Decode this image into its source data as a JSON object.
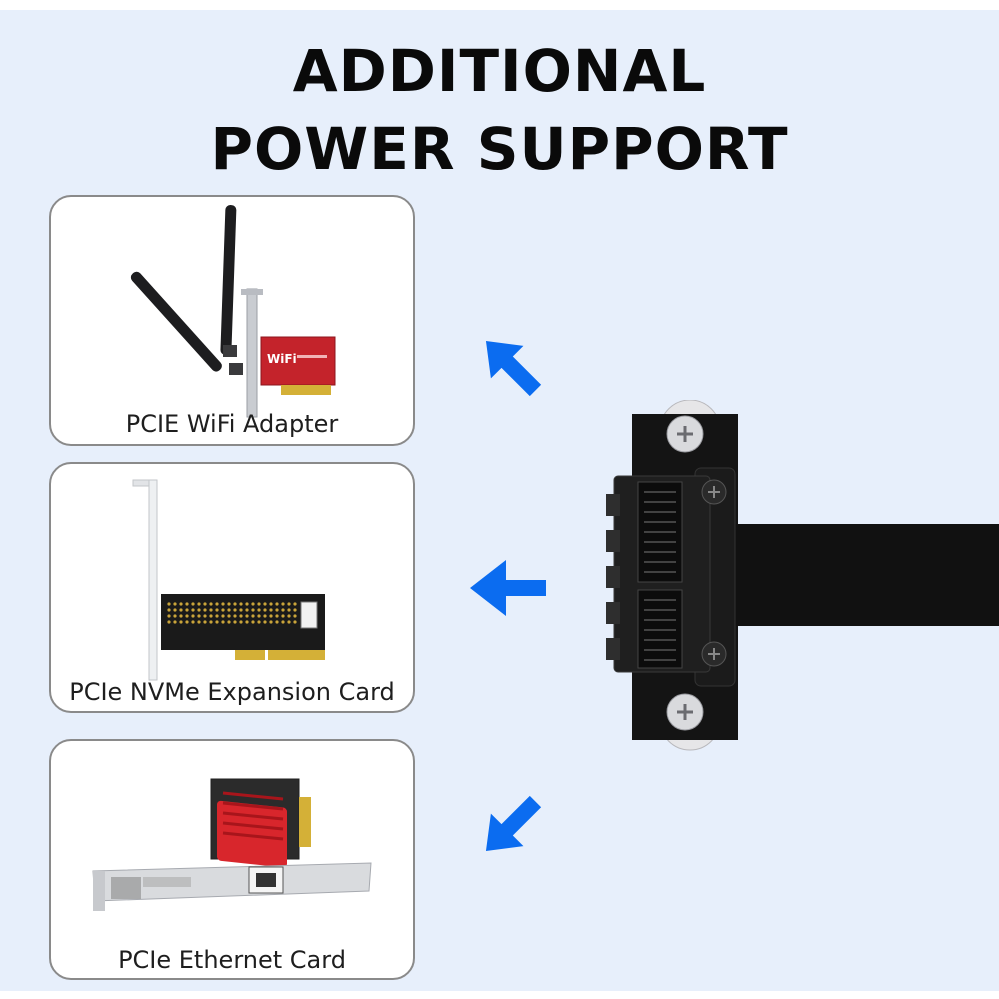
{
  "headline": {
    "line1": "ADDITIONAL",
    "line2": "POWER SUPPORT"
  },
  "cards": [
    {
      "label": "PCIE WiFi Adapter",
      "badge": "WiFi",
      "icon": "wifi-adapter-card"
    },
    {
      "label": "PCIe NVMe Expansion Card",
      "icon": "nvme-expansion-card"
    },
    {
      "label": "PCIe Ethernet Card",
      "icon": "ethernet-card"
    }
  ],
  "arrows": {
    "color": "#0b6cf0"
  },
  "colors": {
    "background": "#e7effb",
    "card_border": "#8a8a8a",
    "wifi_pcb": "#c4232b",
    "heatsink": "#d8262c",
    "gold_contacts": "#d4b037"
  }
}
